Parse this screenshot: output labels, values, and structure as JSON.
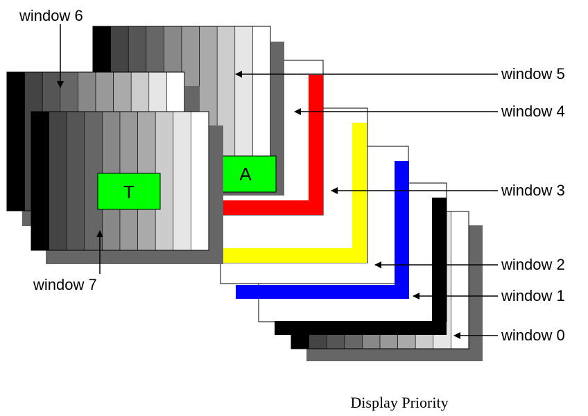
{
  "diagram": {
    "caption": "Display Priority",
    "overlay_a": "A",
    "overlay_t": "T",
    "labels": {
      "w0": "window 0",
      "w1": "window 1",
      "w2": "window 2",
      "w3": "window 3",
      "w4": "window 4",
      "w5": "window 5",
      "w6": "window 6",
      "w7": "window 7"
    },
    "colors": {
      "shadow": "#666666",
      "red": "#ff0000",
      "yellow": "#ffff00",
      "blue": "#0000ff",
      "black": "#000000",
      "overlay": "#00ff00",
      "gray_stripes": [
        "#000000",
        "#444444",
        "#555555",
        "#666666",
        "#888888",
        "#999999",
        "#aaaaaa",
        "#bbbbbb",
        "#cccccc",
        "#e6e6e6",
        "#ffffff"
      ]
    }
  }
}
